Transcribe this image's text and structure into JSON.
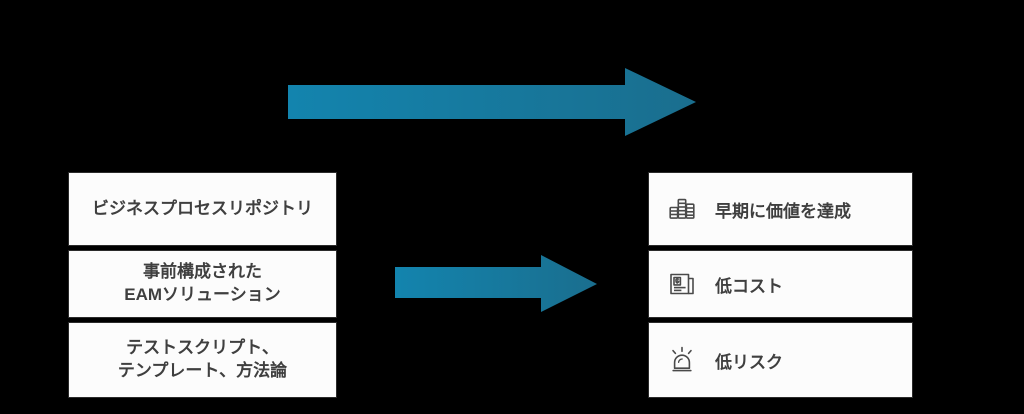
{
  "diagram": {
    "background_color": "#000000",
    "box_fill": "#FCFCFC",
    "box_border_color": "#2B2B2B",
    "text_color": "#3F3F3F",
    "arrow_gradient_start": "#1384AE",
    "arrow_gradient_end": "#1A6E8E",
    "inputs": {
      "items": [
        {
          "label": "ビジネスプロセスリポジトリ"
        },
        {
          "label": "事前構成された\nEAMソリューション"
        },
        {
          "label": "テストスクリプト、\nテンプレート、方法論"
        }
      ]
    },
    "outcomes": {
      "items": [
        {
          "label": "早期に価値を達成",
          "icon": "coin-stacks-icon"
        },
        {
          "label": "低コスト",
          "icon": "invoice-dollar-icon"
        },
        {
          "label": "低リスク",
          "icon": "alarm-siren-icon"
        }
      ]
    },
    "arrows": [
      {
        "name": "top-progress-arrow",
        "direction": "right"
      },
      {
        "name": "middle-transform-arrow",
        "direction": "right"
      }
    ]
  }
}
